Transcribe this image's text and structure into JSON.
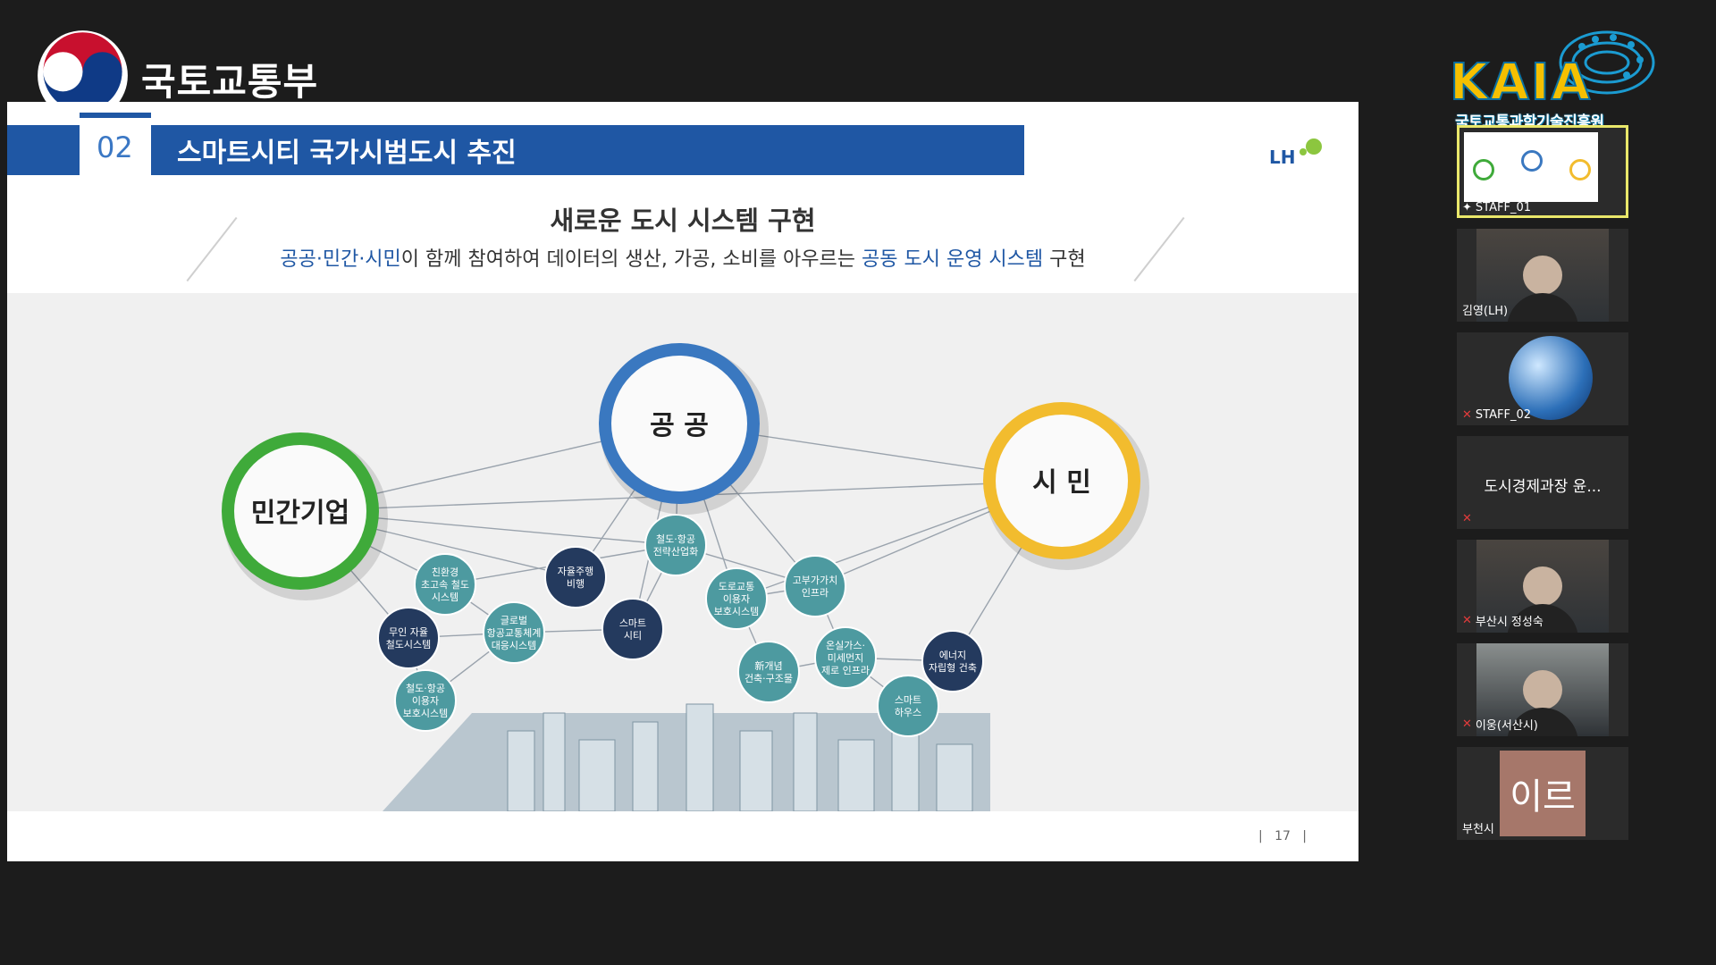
{
  "ministry": {
    "name": "국토교통부"
  },
  "kaia": {
    "logo_text": "KAIA",
    "name": "국토교통과학기술진흥원"
  },
  "slide": {
    "section_number": "02",
    "section_title": "스마트시티 국가시범도시 추진",
    "lh_logo": "LH",
    "title": "새로운 도시 시스템 구현",
    "subtitle": {
      "highlight1": "공공·민간·시민",
      "mid": "이 함께 참여하여 데이터의 생산, 가공, 소비를 아우르는 ",
      "highlight2": "공동 도시 운영 시스템",
      "end": " 구현"
    },
    "page_number": "17",
    "diagram": {
      "major_nodes": [
        {
          "id": "public",
          "label": "공 공",
          "color": "#3a78c0"
        },
        {
          "id": "private",
          "label": "민간기업",
          "color": "#3faa3a"
        },
        {
          "id": "citizen",
          "label": "시 민",
          "color": "#f2bc2e"
        }
      ],
      "minor_nodes": [
        {
          "id": "n1",
          "label": "철도·항공\n전략산업화",
          "dark": false
        },
        {
          "id": "n2",
          "label": "자율주행\n비행",
          "dark": true
        },
        {
          "id": "n3",
          "label": "친환경\n초고속 철도\n시스템",
          "dark": false
        },
        {
          "id": "n4",
          "label": "도로교통\n이용자\n보호시스템",
          "dark": false
        },
        {
          "id": "n5",
          "label": "고부가가치\n인프라",
          "dark": false
        },
        {
          "id": "n6",
          "label": "스마트\n시티",
          "dark": true
        },
        {
          "id": "n7",
          "label": "무인 자율\n철도시스템",
          "dark": true
        },
        {
          "id": "n8",
          "label": "글로벌\n항공교통체계\n대응시스템",
          "dark": false
        },
        {
          "id": "n9",
          "label": "온실가스·\n미세먼지\n제로 인프라",
          "dark": false
        },
        {
          "id": "n10",
          "label": "에너지\n자립형 건축",
          "dark": true
        },
        {
          "id": "n11",
          "label": "新개념\n건축·구조물",
          "dark": false
        },
        {
          "id": "n12",
          "label": "철도·항공\n이용자\n보호시스템",
          "dark": false
        },
        {
          "id": "n13",
          "label": "스마트\n하우스",
          "dark": false
        }
      ]
    }
  },
  "participants": [
    {
      "name": "STAFF_01",
      "muted": false,
      "kind": "screen",
      "active": true
    },
    {
      "name": "김영(LH)",
      "muted": false,
      "kind": "video"
    },
    {
      "name": "STAFF_02",
      "muted": true,
      "kind": "globe"
    },
    {
      "name": "도시경제과장 윤...",
      "muted": true,
      "kind": "text"
    },
    {
      "name": "부산시 정성숙",
      "muted": true,
      "kind": "video"
    },
    {
      "name": "이웅(서산시)",
      "muted": true,
      "kind": "video"
    },
    {
      "name": "부천시",
      "muted": false,
      "kind": "avatar",
      "avatar_text": "이르"
    }
  ]
}
